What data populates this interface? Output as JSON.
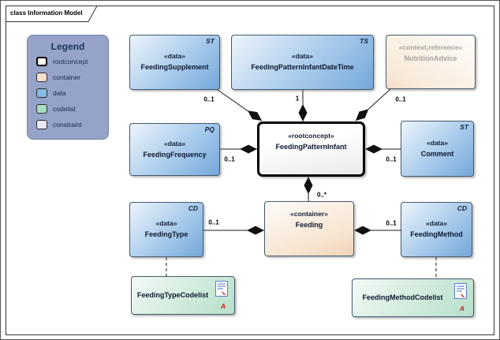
{
  "frame": {
    "tab_label": "class Information Model"
  },
  "legend": {
    "title": "Legend",
    "items": [
      {
        "label": "rootconcept",
        "color": "#ffffff"
      },
      {
        "label": "container",
        "color": "#f7e1cd"
      },
      {
        "label": "data",
        "color": "#85bce8"
      },
      {
        "label": "codelist",
        "color": "#abdcc4"
      },
      {
        "label": "constraint",
        "color": "#e9e9fa"
      }
    ],
    "background_color": "#95a3c8"
  },
  "nodes": {
    "feeding_supplement": {
      "stereotype": "«data»",
      "name": "FeedingSupplement",
      "type_code": "ST"
    },
    "feeding_pattern_infant_date_time": {
      "stereotype": "«data»",
      "name": "FeedingPatternInfantDateTime",
      "type_code": "TS"
    },
    "nutrition_advice": {
      "stereotype": "«context,reference»",
      "name": "NutritionAdvice"
    },
    "feeding_frequency": {
      "stereotype": "«data»",
      "name": "FeedingFrequency",
      "type_code": "PQ"
    },
    "feeding_pattern_infant": {
      "stereotype": "«rootconcept»",
      "name": "FeedingPatternInfant"
    },
    "comment": {
      "stereotype": "«data»",
      "name": "Comment",
      "type_code": "ST"
    },
    "feeding_type": {
      "stereotype": "«data»",
      "name": "FeedingType",
      "type_code": "CD"
    },
    "feeding": {
      "stereotype": "«container»",
      "name": "Feeding"
    },
    "feeding_method": {
      "stereotype": "«data»",
      "name": "FeedingMethod",
      "type_code": "CD"
    },
    "feeding_type_codelist": {
      "name": "FeedingTypeCodelist",
      "annotation": "A"
    },
    "feeding_method_codelist": {
      "name": "FeedingMethodCodelist",
      "annotation": "A"
    }
  },
  "multiplicities": {
    "supplement": "0..1",
    "date_time": "1",
    "nutrition_advice": "0..1",
    "frequency": "0..1",
    "comment": "0..1",
    "feeding": "0..*",
    "feeding_type": "0..1",
    "feeding_method": "0..1"
  },
  "colors": {
    "data_fill": "#74a7d9",
    "container_fill": "#f0d3b9",
    "codelist_fill": "#b6e0ca",
    "rootconcept_border": "#000000",
    "connector": "#1a1a1a",
    "annotation_red": "#cc2020"
  }
}
